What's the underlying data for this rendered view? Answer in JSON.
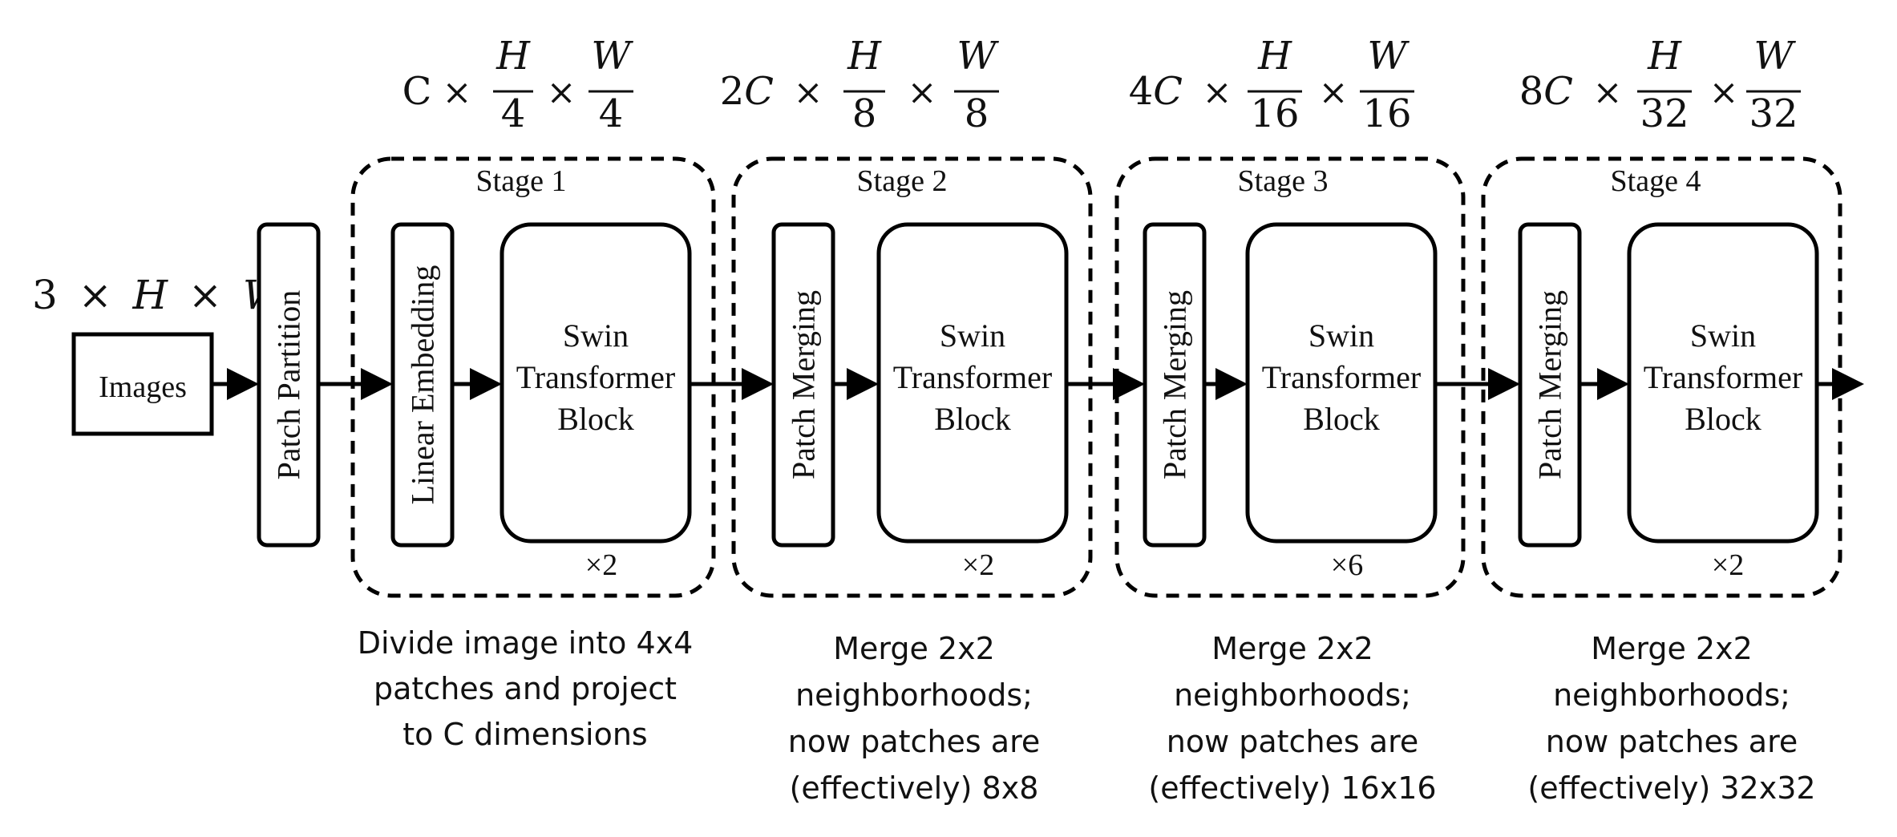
{
  "input_shape": {
    "coef": "3",
    "times": "×",
    "var_h": "H",
    "var_w": "W"
  },
  "images": {
    "label": "Images"
  },
  "patch_partition": {
    "label": "Patch Partition"
  },
  "stages": [
    {
      "title": "Stage 1",
      "first_block": "Linear Embedding",
      "main_block": [
        "Swin",
        "Transformer",
        "Block"
      ],
      "repeat": "×2",
      "dims": {
        "coef": "C",
        "times": "×",
        "num_h": "H",
        "den_h": "4",
        "num_w": "W",
        "den_w": "4"
      },
      "note": [
        "Divide image into 4x4",
        "patches and project",
        "to C dimensions"
      ]
    },
    {
      "title": "Stage 2",
      "first_block": "Patch Merging",
      "main_block": [
        "Swin",
        "Transformer",
        "Block"
      ],
      "repeat": "×2",
      "dims": {
        "coef": "2",
        "coef_var": "C",
        "times": "×",
        "num_h": "H",
        "den_h": "8",
        "num_w": "W",
        "den_w": "8"
      },
      "note": [
        "Merge 2x2",
        "neighborhoods;",
        "now patches are",
        "(effectively) 8x8"
      ]
    },
    {
      "title": "Stage 3",
      "first_block": "Patch Merging",
      "main_block": [
        "Swin",
        "Transformer",
        "Block"
      ],
      "repeat": "×6",
      "dims": {
        "coef": "4",
        "coef_var": "C",
        "times": "×",
        "num_h": "H",
        "den_h": "16",
        "num_w": "W",
        "den_w": "16"
      },
      "note": [
        "Merge 2x2",
        "neighborhoods;",
        "now patches are",
        "(effectively) 16x16"
      ]
    },
    {
      "title": "Stage 4",
      "first_block": "Patch Merging",
      "main_block": [
        "Swin",
        "Transformer",
        "Block"
      ],
      "repeat": "×2",
      "dims": {
        "coef": "8",
        "coef_var": "C",
        "times": "×",
        "num_h": "H",
        "den_h": "32",
        "num_w": "W",
        "den_w": "32"
      },
      "note": [
        "Merge 2x2",
        "neighborhoods;",
        "now patches are",
        "(effectively) 32x32"
      ]
    }
  ]
}
